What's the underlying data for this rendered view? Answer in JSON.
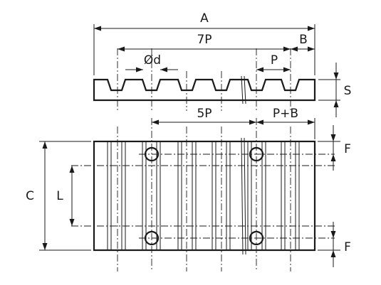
{
  "labels": {
    "overall_length": "A",
    "pitch_length": "7P",
    "end_offset": "B",
    "hole_diameter": "Ød",
    "pitch": "P",
    "thickness": "S",
    "hole_span": "5P",
    "hole_offset": "P+B",
    "edge_distance_top": "F",
    "edge_distance_bottom": "F",
    "width": "C",
    "hole_spacing": "L"
  }
}
